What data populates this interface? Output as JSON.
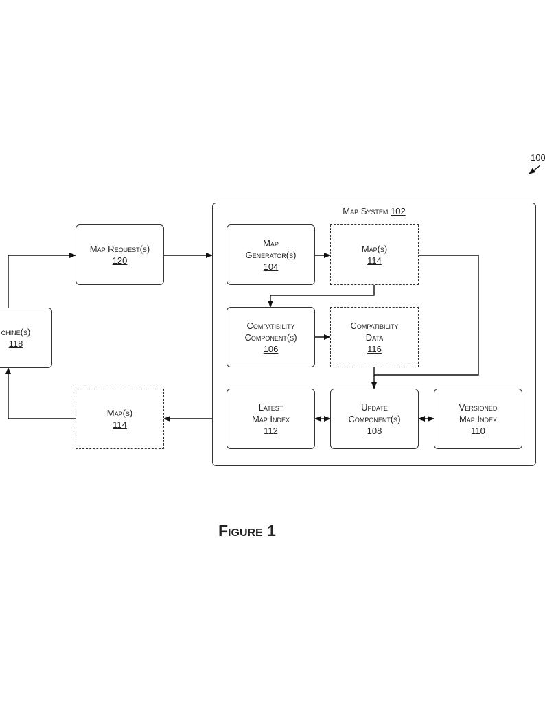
{
  "figure": {
    "label": "Figure 1",
    "reference": "100"
  },
  "map_system": {
    "title": "Map System",
    "number": "102"
  },
  "nodes": {
    "machines": {
      "lines": [
        "chine(s)"
      ],
      "number": "118"
    },
    "map_requests": {
      "lines": [
        "Map Request(s)"
      ],
      "number": "120"
    },
    "maps_out": {
      "lines": [
        "Map(s)"
      ],
      "number": "114"
    },
    "map_generators": {
      "lines": [
        "Map",
        "Generator(s)"
      ],
      "number": "104"
    },
    "maps_in": {
      "lines": [
        "Map(s)"
      ],
      "number": "114"
    },
    "compat_components": {
      "lines": [
        "Compatibility",
        "Component(s)"
      ],
      "number": "106"
    },
    "compat_data": {
      "lines": [
        "Compatibility",
        "Data"
      ],
      "number": "116"
    },
    "latest_index": {
      "lines": [
        "Latest",
        "Map Index"
      ],
      "number": "112"
    },
    "update_components": {
      "lines": [
        "Update",
        "Component(s)"
      ],
      "number": "108"
    },
    "versioned_index": {
      "lines": [
        "Versioned",
        "Map Index"
      ],
      "number": "110"
    }
  }
}
